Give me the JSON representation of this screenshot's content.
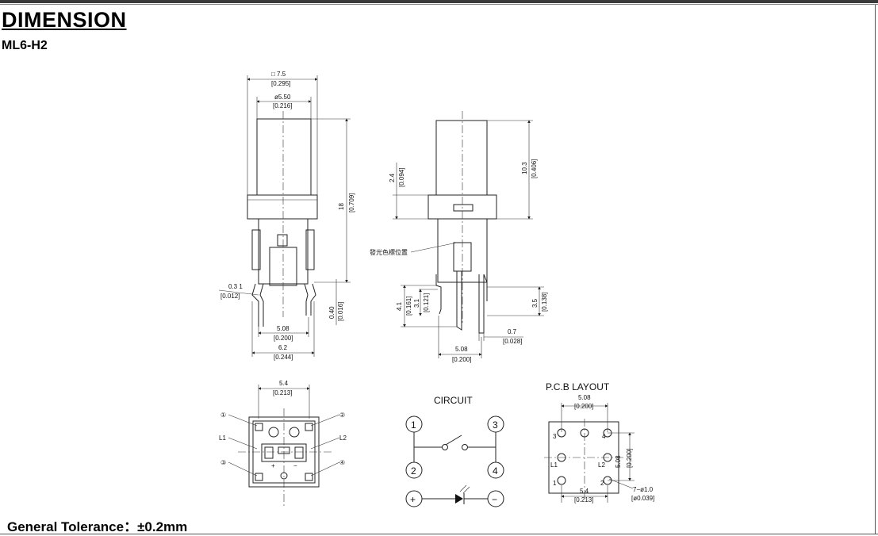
{
  "header": {
    "title": "DIMENSION",
    "model": "ML6-H2"
  },
  "footer": {
    "tolerance": "General Tolerance：±0.2mm"
  },
  "front_view": {
    "width_square": "□ 7.5",
    "width_square_in": "[0.295]",
    "cap_dia": "ø5.50",
    "cap_dia_in": "[0.216]",
    "height": "18",
    "height_in": "[0.709]",
    "lead_w": "0.3 1",
    "lead_w_in": "[0.012]",
    "stand": "0.40",
    "stand_in": "[0.016]",
    "pitch": "5.08",
    "pitch_in": "[0.200]",
    "span": "6.2",
    "span_in": "[0.244]"
  },
  "side_view": {
    "step": "2.4",
    "step_in": "[0.094]",
    "cap_h": "10.3",
    "cap_h_in": "[0.406]",
    "led_note": "發光色標位置",
    "lead1": "4.1",
    "lead1_in": "[0.161]",
    "lead2": "3.1",
    "lead2_in": "[0.121]",
    "lead3": "3.5",
    "lead3_in": "[0.138]",
    "lead_t": "0.7",
    "lead_t_in": "[0.028]",
    "pitch": "5.08",
    "pitch_in": "[0.200]"
  },
  "bottom_view": {
    "width": "5.4",
    "width_in": "[0.213]",
    "p1": "①",
    "p2": "②",
    "p3": "③",
    "p4": "④",
    "l1": "L1",
    "l2": "L2"
  },
  "circuit": {
    "title": "CIRCUIT",
    "n1": "1",
    "n2": "2",
    "n3": "3",
    "n4": "4",
    "plus": "+",
    "minus": "−"
  },
  "pcb": {
    "title": "P.C.B  LAYOUT",
    "pitch": "5.08",
    "pitch_in": "[0.200]",
    "pitch_v": "5.08",
    "pitch_v_in": "[0.200]",
    "width": "5.4",
    "width_in": "[0.213]",
    "holes": "7−ø1.0",
    "holes_in": "[ø0.039]",
    "h1": "1",
    "h2": "2",
    "h3": "3",
    "h4": "4",
    "l1": "L1",
    "l2": "L2"
  }
}
